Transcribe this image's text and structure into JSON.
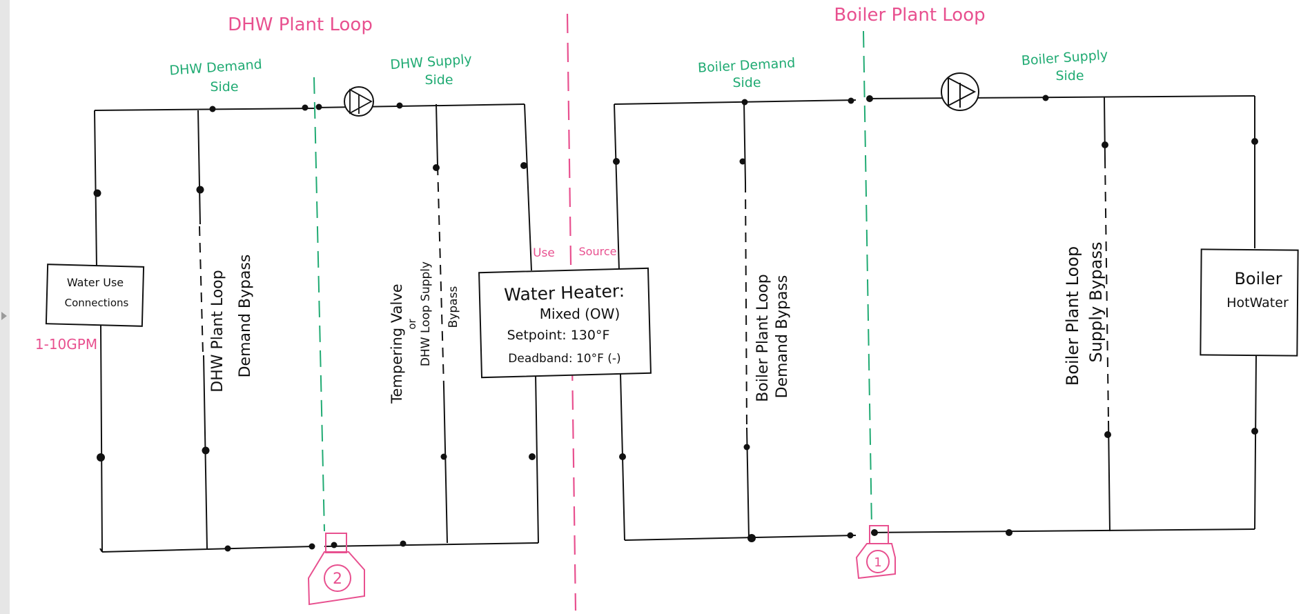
{
  "colors": {
    "pink": "#e8508f",
    "green": "#1faa72",
    "ink": "#111111"
  },
  "titles": {
    "dhw_plant_loop": "DHW Plant Loop",
    "boiler_plant_loop": "Boiler Plant Loop"
  },
  "sides": {
    "dhw_demand_1": "DHW Demand",
    "dhw_demand_2": "Side",
    "dhw_supply_1": "DHW Supply",
    "dhw_supply_2": "Side",
    "boiler_demand_1": "Boiler Demand",
    "boiler_demand_2": "Side",
    "boiler_supply_1": "Boiler Supply",
    "boiler_supply_2": "Side"
  },
  "boxes": {
    "water_use_1": "Water Use",
    "water_use_2": "Connections",
    "flow": "1-10GPM",
    "heater_1": "Water Heater:",
    "heater_2": "Mixed (OW)",
    "heater_3": "Setpoint: 130°F",
    "heater_4": "Deadband: 10°F (-)",
    "boiler_1": "Boiler",
    "boiler_2": "HotWater"
  },
  "interface": {
    "use": "Use",
    "source": "Source"
  },
  "branches": {
    "dhw_bypass_1": "DHW Plant Loop",
    "dhw_bypass_2": "Demand Bypass",
    "tempering_1": "Tempering Valve",
    "tempering_2": "or",
    "tempering_3": "DHW Loop Supply",
    "tempering_4": "Bypass",
    "boiler_demand_1": "Boiler Plant Loop",
    "boiler_demand_2": "Demand Bypass",
    "boiler_supply_1": "Boiler Plant Loop",
    "boiler_supply_2": "Supply Bypass"
  },
  "markers": {
    "dhw": "2",
    "boiler": "1"
  }
}
